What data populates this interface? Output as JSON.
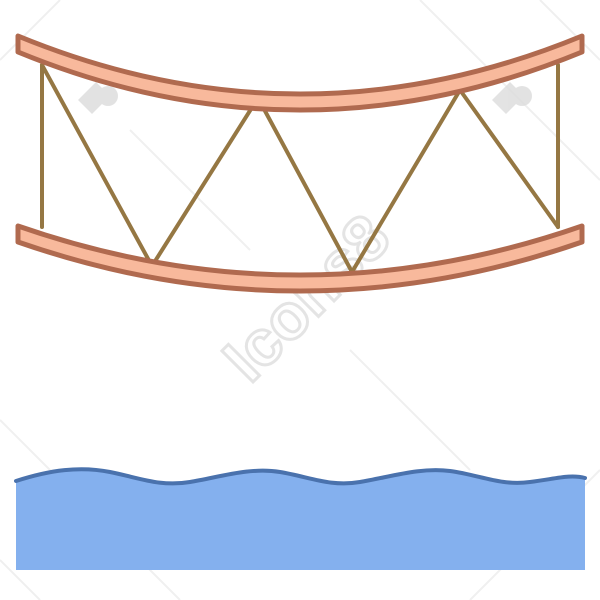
{
  "illustration": {
    "subject": "truss-bridge-over-water",
    "icons": [
      "bridge-icon",
      "water-icon"
    ]
  },
  "watermark": {
    "text": "Icons8",
    "logo": "icons8-logo"
  },
  "colors": {
    "background": "#ffffff",
    "deck_outline": "#b06a4f",
    "deck_fill": "#f8b99c",
    "truss": "#957743",
    "water_fill": "#84b0ee",
    "water_outline": "#4a72ad",
    "watermark": "#dcdcdc"
  }
}
